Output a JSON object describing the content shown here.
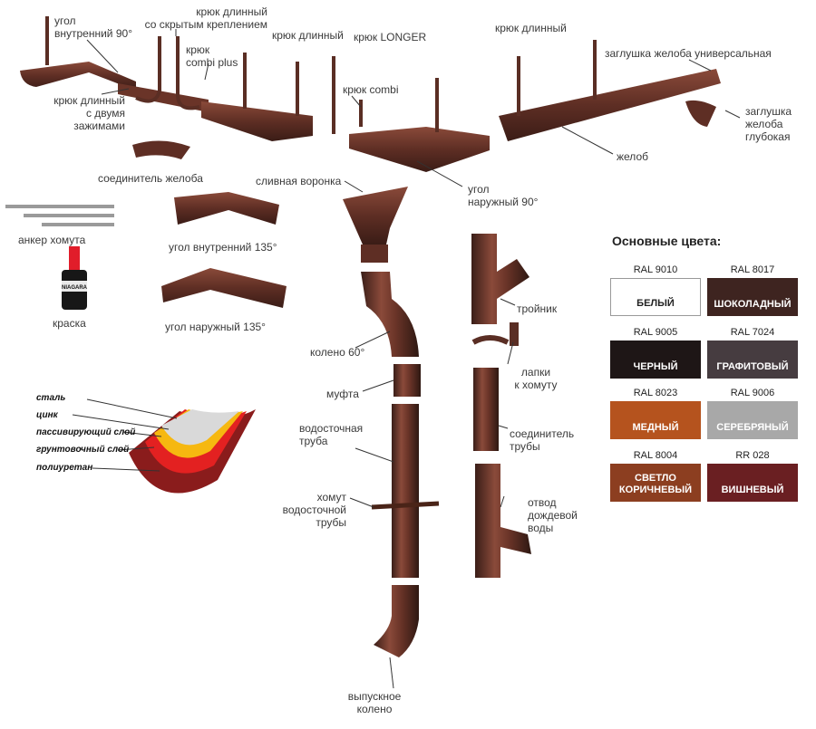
{
  "labels": {
    "ugol_vn90": "угол\nвнутренний 90°",
    "kryuk_skryt": "крюк длинный\nсо скрытым креплением",
    "kryuk_combi_plus": "крюк\ncombi plus",
    "kryuk_dlin1": "крюк длинный",
    "kryuk_longer": "крюк LONGER",
    "kryuk_dlin2": "крюк длинный",
    "zaglushka_univ": "заглушка желоба универсальная",
    "kryuk_dva": "крюк длинный\nс двумя\nзажимами",
    "kryuk_combi": "крюк combi",
    "zaglushka_glub": "заглушка\nжелоба\nглубокая",
    "zhelob": "желоб",
    "soed_zheloba": "соединитель желоба",
    "slivnaya": "сливная воронка",
    "ugol_nar90": "угол\nнаружный 90°",
    "anker": "анкер хомута",
    "ugol_vn135": "угол внутренний 135°",
    "kraska": "краска",
    "ugol_nar135": "угол наружный 135°",
    "koleno60": "колено 60°",
    "troynik": "тройник",
    "lapki": "лапки\nк хомуту",
    "mufta": "муфта",
    "vodost_truba": "водосточная\nтруба",
    "soed_truby": "соединитель\nтрубы",
    "khomut": "хомут\nводосточной\nтрубы",
    "otvod": "отвод\nдождевой\nводы",
    "vypusk": "выпускное\nколено"
  },
  "paint_brand": "NIAGARA",
  "layers": [
    "сталь",
    "цинк",
    "пассивирующий слой",
    "грунтовочный слой",
    "полиуретан"
  ],
  "colors": {
    "title": "Основные цвета:",
    "swatches": [
      {
        "code": "RAL 9010",
        "name": "БЕЛЫЙ",
        "hex": "#ffffff",
        "text": "#222222"
      },
      {
        "code": "RAL 8017",
        "name": "ШОКОЛАДНЫЙ",
        "hex": "#3e2420",
        "text": "#ffffff"
      },
      {
        "code": "RAL 9005",
        "name": "ЧЕРНЫЙ",
        "hex": "#1e1616",
        "text": "#ffffff"
      },
      {
        "code": "RAL 7024",
        "name": "ГРАФИТОВЫЙ",
        "hex": "#463c40",
        "text": "#ffffff"
      },
      {
        "code": "RAL 8023",
        "name": "МЕДНЫЙ",
        "hex": "#b5531e",
        "text": "#ffffff"
      },
      {
        "code": "RAL 9006",
        "name": "СЕРЕБРЯНЫЙ",
        "hex": "#a8a8a8",
        "text": "#ffffff"
      },
      {
        "code": "RAL 8004",
        "name": "СВЕТЛО\nКОРИЧНЕВЫЙ",
        "hex": "#8c3e20",
        "text": "#ffffff"
      },
      {
        "code": "RR 028",
        "name": "ВИШНЕВЫЙ",
        "hex": "#6a1f22",
        "text": "#ffffff"
      }
    ]
  }
}
